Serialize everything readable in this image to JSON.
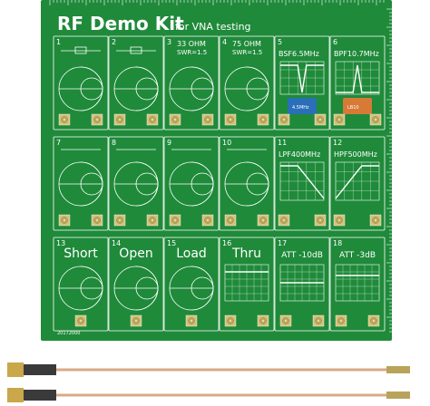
{
  "board": {
    "title": "RF Demo Kit",
    "subtitle": "for VNA testing",
    "serial": "20172000"
  },
  "cells": [
    {
      "num": "1",
      "label": "",
      "sub": ""
    },
    {
      "num": "2",
      "label": "",
      "sub": ""
    },
    {
      "num": "3",
      "label": "33 OHM",
      "sub": "SWR=1.5"
    },
    {
      "num": "4",
      "label": "75 OHM",
      "sub": "SWR=1.5"
    },
    {
      "num": "5",
      "label": "BSF6.5MHz",
      "sub": "",
      "part": "4.5MHz"
    },
    {
      "num": "6",
      "label": "BPF10.7MHz",
      "sub": "",
      "part": "LB10"
    },
    {
      "num": "7",
      "label": "",
      "sub": ""
    },
    {
      "num": "8",
      "label": "",
      "sub": ""
    },
    {
      "num": "9",
      "label": "",
      "sub": ""
    },
    {
      "num": "10",
      "label": "",
      "sub": ""
    },
    {
      "num": "11",
      "label": "LPF400MHz",
      "sub": ""
    },
    {
      "num": "12",
      "label": "HPF500MHz",
      "sub": ""
    },
    {
      "num": "13",
      "label": "Short",
      "sub": ""
    },
    {
      "num": "14",
      "label": "Open",
      "sub": ""
    },
    {
      "num": "15",
      "label": "Load",
      "sub": ""
    },
    {
      "num": "16",
      "label": "Thru",
      "sub": ""
    },
    {
      "num": "17",
      "label": "ATT -10dB",
      "sub": ""
    },
    {
      "num": "18",
      "label": "ATT -3dB",
      "sub": ""
    }
  ],
  "colors": {
    "pcb": "#1f8a3a",
    "pcb_dark": "#17702e",
    "silk": "#ffffff",
    "pad": "#d4c27a",
    "cable": "#d8a988",
    "connector": "#c9a74a"
  },
  "icons": {
    "smith_chart": "smith-chart-icon",
    "sma_connector": "sma-connector-icon",
    "filter_curve": "filter-response-icon"
  }
}
